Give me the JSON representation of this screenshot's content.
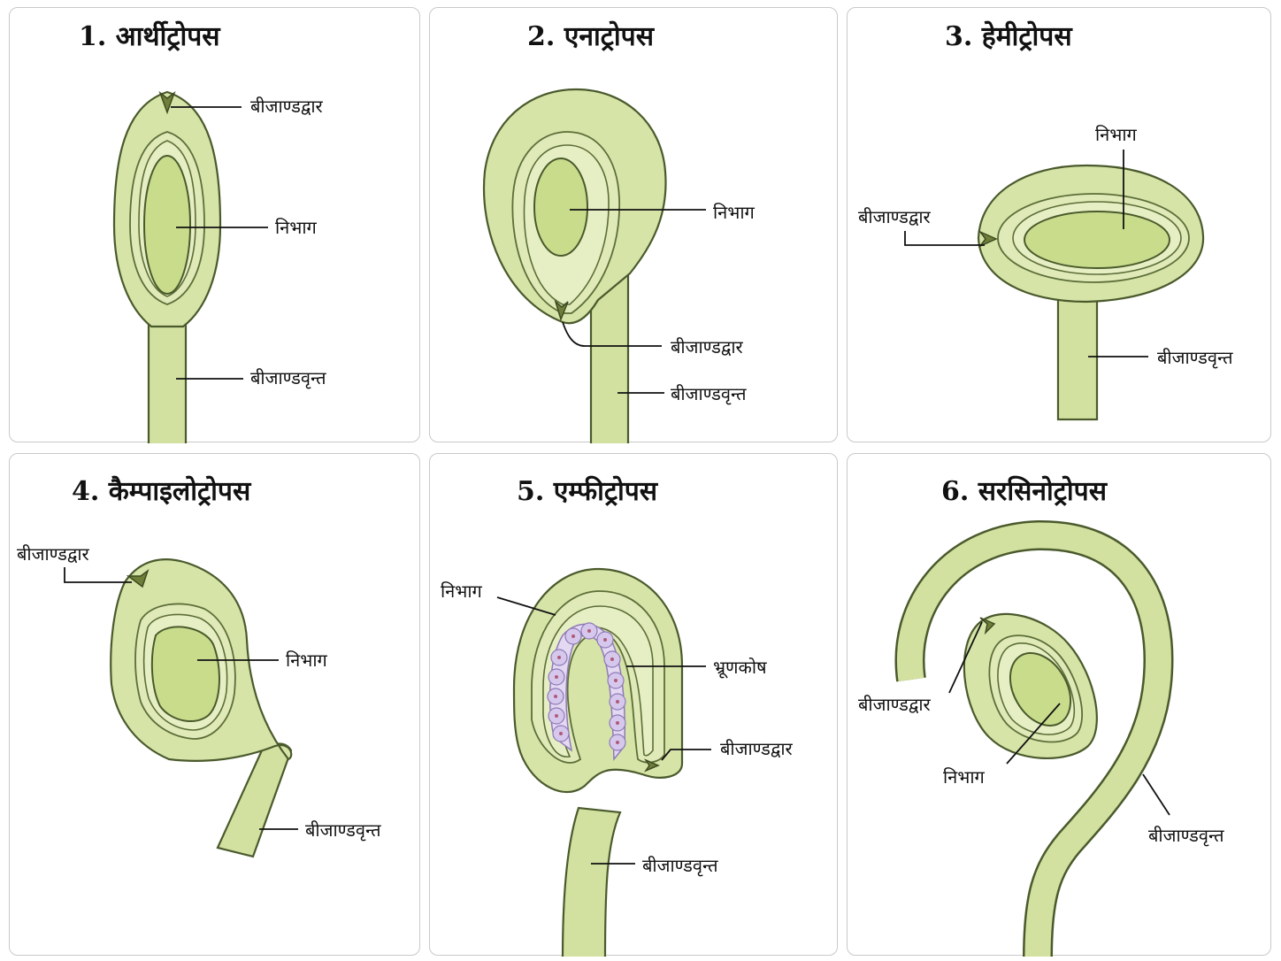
{
  "panels": [
    {
      "title": "1. आर्थीट्रोपस",
      "labels": {
        "micropyle": "बीजाण्डद्वार",
        "nucellus": "निभाग",
        "funicle": "बीजाण्डवृन्त"
      }
    },
    {
      "title": "2. एनाट्रोपस",
      "labels": {
        "nucellus": "निभाग",
        "micropyle": "बीजाण्डद्वार",
        "funicle": "बीजाण्डवृन्त"
      }
    },
    {
      "title": "3. हेमीट्रोपस",
      "labels": {
        "nucellus": "निभाग",
        "micropyle": "बीजाण्डद्वार",
        "funicle": "बीजाण्डवृन्त"
      }
    },
    {
      "title": "4. कैम्पाइलोट्रोपस",
      "labels": {
        "micropyle": "बीजाण्डद्वार",
        "nucellus": "निभाग",
        "funicle": "बीजाण्डवृन्त"
      }
    },
    {
      "title": "5. एम्फीट्रोपस",
      "labels": {
        "nucellus": "निभाग",
        "embryo_sac": "भ्रूणकोष",
        "micropyle": "बीजाण्डद्वार",
        "funicle": "बीजाण्डवृन्त"
      }
    },
    {
      "title": "6. सरसिनोट्रोपस",
      "labels": {
        "micropyle": "बीजाण्डद्वार",
        "nucellus": "निभाग",
        "funicle": "बीजाण्डवृन्त"
      }
    }
  ],
  "colors": {
    "tissue": "#d6e4a8",
    "nucellus": "#c9dc8c",
    "outline": "#4a5a2c",
    "embryo_sac_cells": "#d5c8ec",
    "panel_border": "#c9c9c9"
  }
}
